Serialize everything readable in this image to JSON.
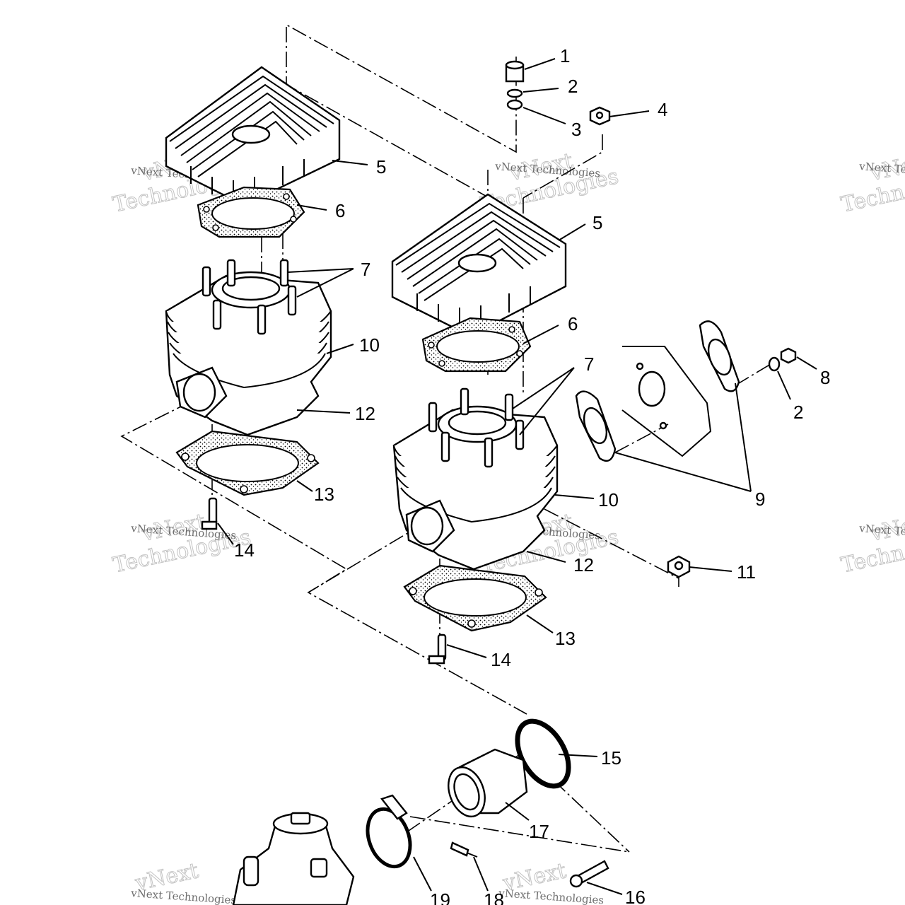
{
  "watermark": {
    "brand_line1": "vNext",
    "brand_line2": "Technologies",
    "small": "vNext Technologies"
  },
  "callouts": [
    "1",
    "2",
    "3",
    "4",
    "5",
    "6",
    "7",
    "8",
    "9",
    "10",
    "11",
    "12",
    "13",
    "14",
    "15",
    "16",
    "17",
    "18",
    "19"
  ],
  "colors": {
    "ink": "#000000",
    "paper": "#ffffff",
    "watermark": "#9a9a9a"
  }
}
